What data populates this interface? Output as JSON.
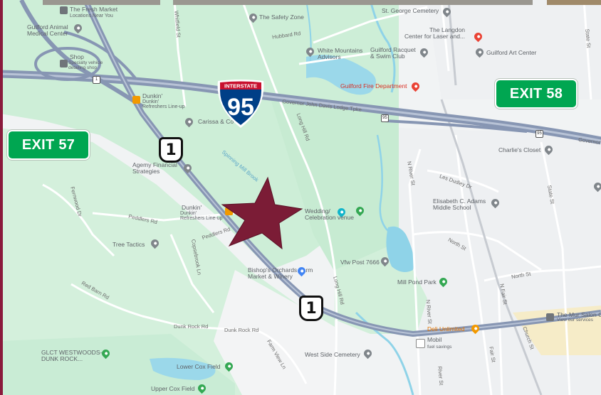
{
  "exits": {
    "left": "EXIT 57",
    "right": "EXIT 58"
  },
  "shields": {
    "interstate": {
      "top": "INTERSTATE",
      "number": "95"
    },
    "us_route": "1"
  },
  "places": {
    "fresh_market": "The Fresh Market",
    "fresh_market_sub": "Locations Near You",
    "animal_center": "Guilford Animal\nMedical Center",
    "shop": "Shop",
    "shop_sub": "Specialty vehicle\ndetailing shop",
    "safety_zone": "The Safety Zone",
    "st_george": "St. George Cemetery",
    "langdon": "The Langdon\nCenter for Laser and...",
    "art_center": "Guilford Art Center",
    "white_mountains": "White Mountains\nAdvisors",
    "racquet": "Guilford Racquet\n& Swim Club",
    "fire_dept": "Guilford Fire Department",
    "dunkin_top": "Dunkin'",
    "dunkin_top_sub": "Dunkin'\nRefreshers Line-up",
    "carissa": "Carissa & Co",
    "charlies": "Charlie's Closet",
    "agemy": "Agemy Financial\nStrategies",
    "elisabeth": "Elisabeth C. Adams\nMiddle School",
    "dunkin_mid": "Dunkin'",
    "dunkin_mid_sub": "Dunkin'\nRefreshers Line-up",
    "wedding": "Wedding/\nCelebration venue",
    "tree_tactics": "Tree Tactics",
    "bishops": "Bishop's Orchards Farm\nMarket & Winery",
    "vfw": "Vfw Post 7666",
    "mill_pond": "Mill Pond Park",
    "deli": "Deli Unlimited",
    "mur_salon": "The Mur Salon C",
    "mur_sub": "View our services",
    "mobil": "Mobil",
    "mobil_sub": "fuel savings",
    "west_side": "West Side Cemetery",
    "glct": "GLCT WESTWOODS-\nDUNK ROCK...",
    "lower_cox": "Lower Cox Field",
    "upper_cox": "Upper Cox Field"
  },
  "roads": {
    "hubbard": "Hubbard Rd",
    "whitfield": "Whitfield St",
    "long_hill": "Long Hill Rd",
    "spinning_mill": "Spinning Mill Brook",
    "peddlers": "Peddlers Rd",
    "peddlers2": "Peddlers Rd",
    "fernwood": "Fernwood Dr",
    "red_barn": "Red Barn Rd",
    "copse": "Copsebrook Ln",
    "dunk_rock": "Dunk Rock Rd",
    "dunk_rock2": "Dunk Rock Rd",
    "farm_view": "Farm View Ln",
    "n_river": "N River St",
    "n_river2": "N River St",
    "north_st": "North St",
    "north_st2": "North St",
    "les_dudley": "Les Dudley Dr",
    "state_st": "State St",
    "state_st2": "State St",
    "church_st": "Church St",
    "n_fair": "N Fair St",
    "fair_st": "Fair St",
    "river_st": "River St",
    "governor": "Governor John Davis Lodge Tpke",
    "governor_r": "Governor",
    "long_hill2": "Long Hill Rd"
  },
  "colors": {
    "exit_green": "#00a651",
    "star": "#7b1c36",
    "interstate_blue": "#003f87",
    "interstate_red": "#c8102e",
    "highway": "#8a9bb5",
    "park": "#c8ecd4",
    "water": "#8fd3e8"
  }
}
